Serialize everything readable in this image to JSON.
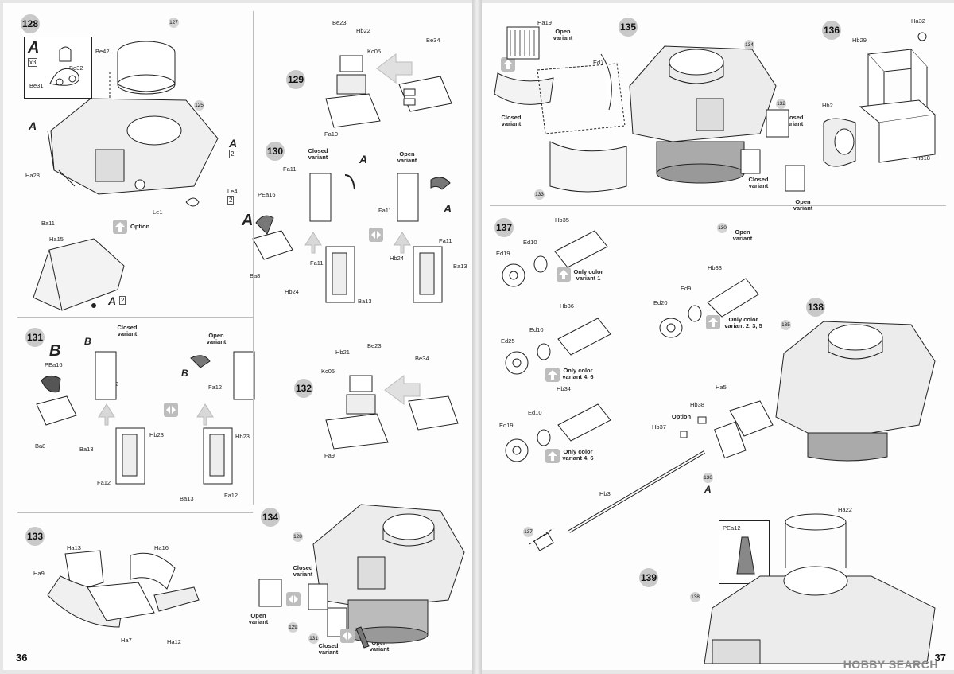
{
  "pages": {
    "left_number": "36",
    "right_number": "37"
  },
  "watermark": "HOBBY SEARCH",
  "steps": {
    "s128": {
      "num": "128",
      "letter": "A",
      "qty": "x3",
      "parts": [
        "Be32",
        "Be31",
        "Be42",
        "127",
        "125",
        "A",
        "A",
        "2",
        "Le4",
        "2",
        "Ha28",
        "Ba11",
        "Le1"
      ],
      "option_label": "Option"
    },
    "s128b": {
      "parts": [
        "Ha15",
        "A",
        "2"
      ]
    },
    "s129": {
      "num": "129",
      "parts": [
        "Be23",
        "Hb22",
        "Kc05",
        "Be34",
        "Fa10"
      ]
    },
    "s130": {
      "num": "130",
      "closed": "Closed variant",
      "open": "Open variant",
      "letter": "A",
      "parts": [
        "Fa11",
        "PEa16",
        "A",
        "Ba8",
        "Fa11",
        "Hb24",
        "Ba13",
        "Fa11",
        "Hb24",
        "Ba13",
        "Fa11",
        "A"
      ]
    },
    "s131": {
      "num": "131",
      "letter": "B",
      "closed": "Closed variant",
      "open": "Open variant",
      "parts": [
        "B",
        "PEa16",
        "Fa12",
        "B",
        "Fa12",
        "Ba8",
        "Ba13",
        "Hb23",
        "Fa12",
        "Hb23",
        "Ba13",
        "Fa12"
      ]
    },
    "s132": {
      "num": "132",
      "parts": [
        "Hb21",
        "Be23",
        "Kc05",
        "Be34",
        "Fa9"
      ]
    },
    "s133": {
      "num": "133",
      "parts": [
        "Ha13",
        "Ha16",
        "Ha9",
        "Ha7",
        "Ha12"
      ]
    },
    "s134": {
      "num": "134",
      "closed": "Closed variant",
      "open": "Open variant",
      "open2": "Open variant",
      "closed2": "Closed variant",
      "parts": [
        "128",
        "129",
        "131"
      ]
    },
    "s135": {
      "num": "135",
      "open": "Open variant",
      "closed": "Closed variant",
      "parts": [
        "Ha19",
        "Ed1",
        "134",
        "133",
        "132"
      ],
      "closed2": "Closed variant",
      "closed3": "Closed variant",
      "open2": "Open variant",
      "open3": "Open variant",
      "ref130": "130"
    },
    "s136": {
      "num": "136",
      "parts": [
        "Ha32",
        "Hb29",
        "Hb2",
        "Hb18"
      ]
    },
    "s137": {
      "num": "137",
      "parts": [
        "Hb35",
        "Ed10",
        "Ed19",
        "Hb36",
        "Ed10",
        "Ed25",
        "Hb34",
        "Ed10",
        "Ed19"
      ],
      "v1": "Only color variant 1",
      "v46": "Only color variant 4, 6",
      "v46b": "Only color variant 4, 6"
    },
    "s137b": {
      "parts": [
        "Hb33",
        "Ed9",
        "Ed20"
      ],
      "v235": "Only color variant 2, 3, 5"
    },
    "s138": {
      "num": "138",
      "parts": [
        "135",
        "Ha5",
        "Hb38",
        "Hb37",
        "136",
        "A",
        "Hb3",
        "137"
      ],
      "option_label": "Option"
    },
    "s139": {
      "num": "139",
      "parts": [
        "Ha22",
        "PEa12",
        "138"
      ]
    }
  }
}
